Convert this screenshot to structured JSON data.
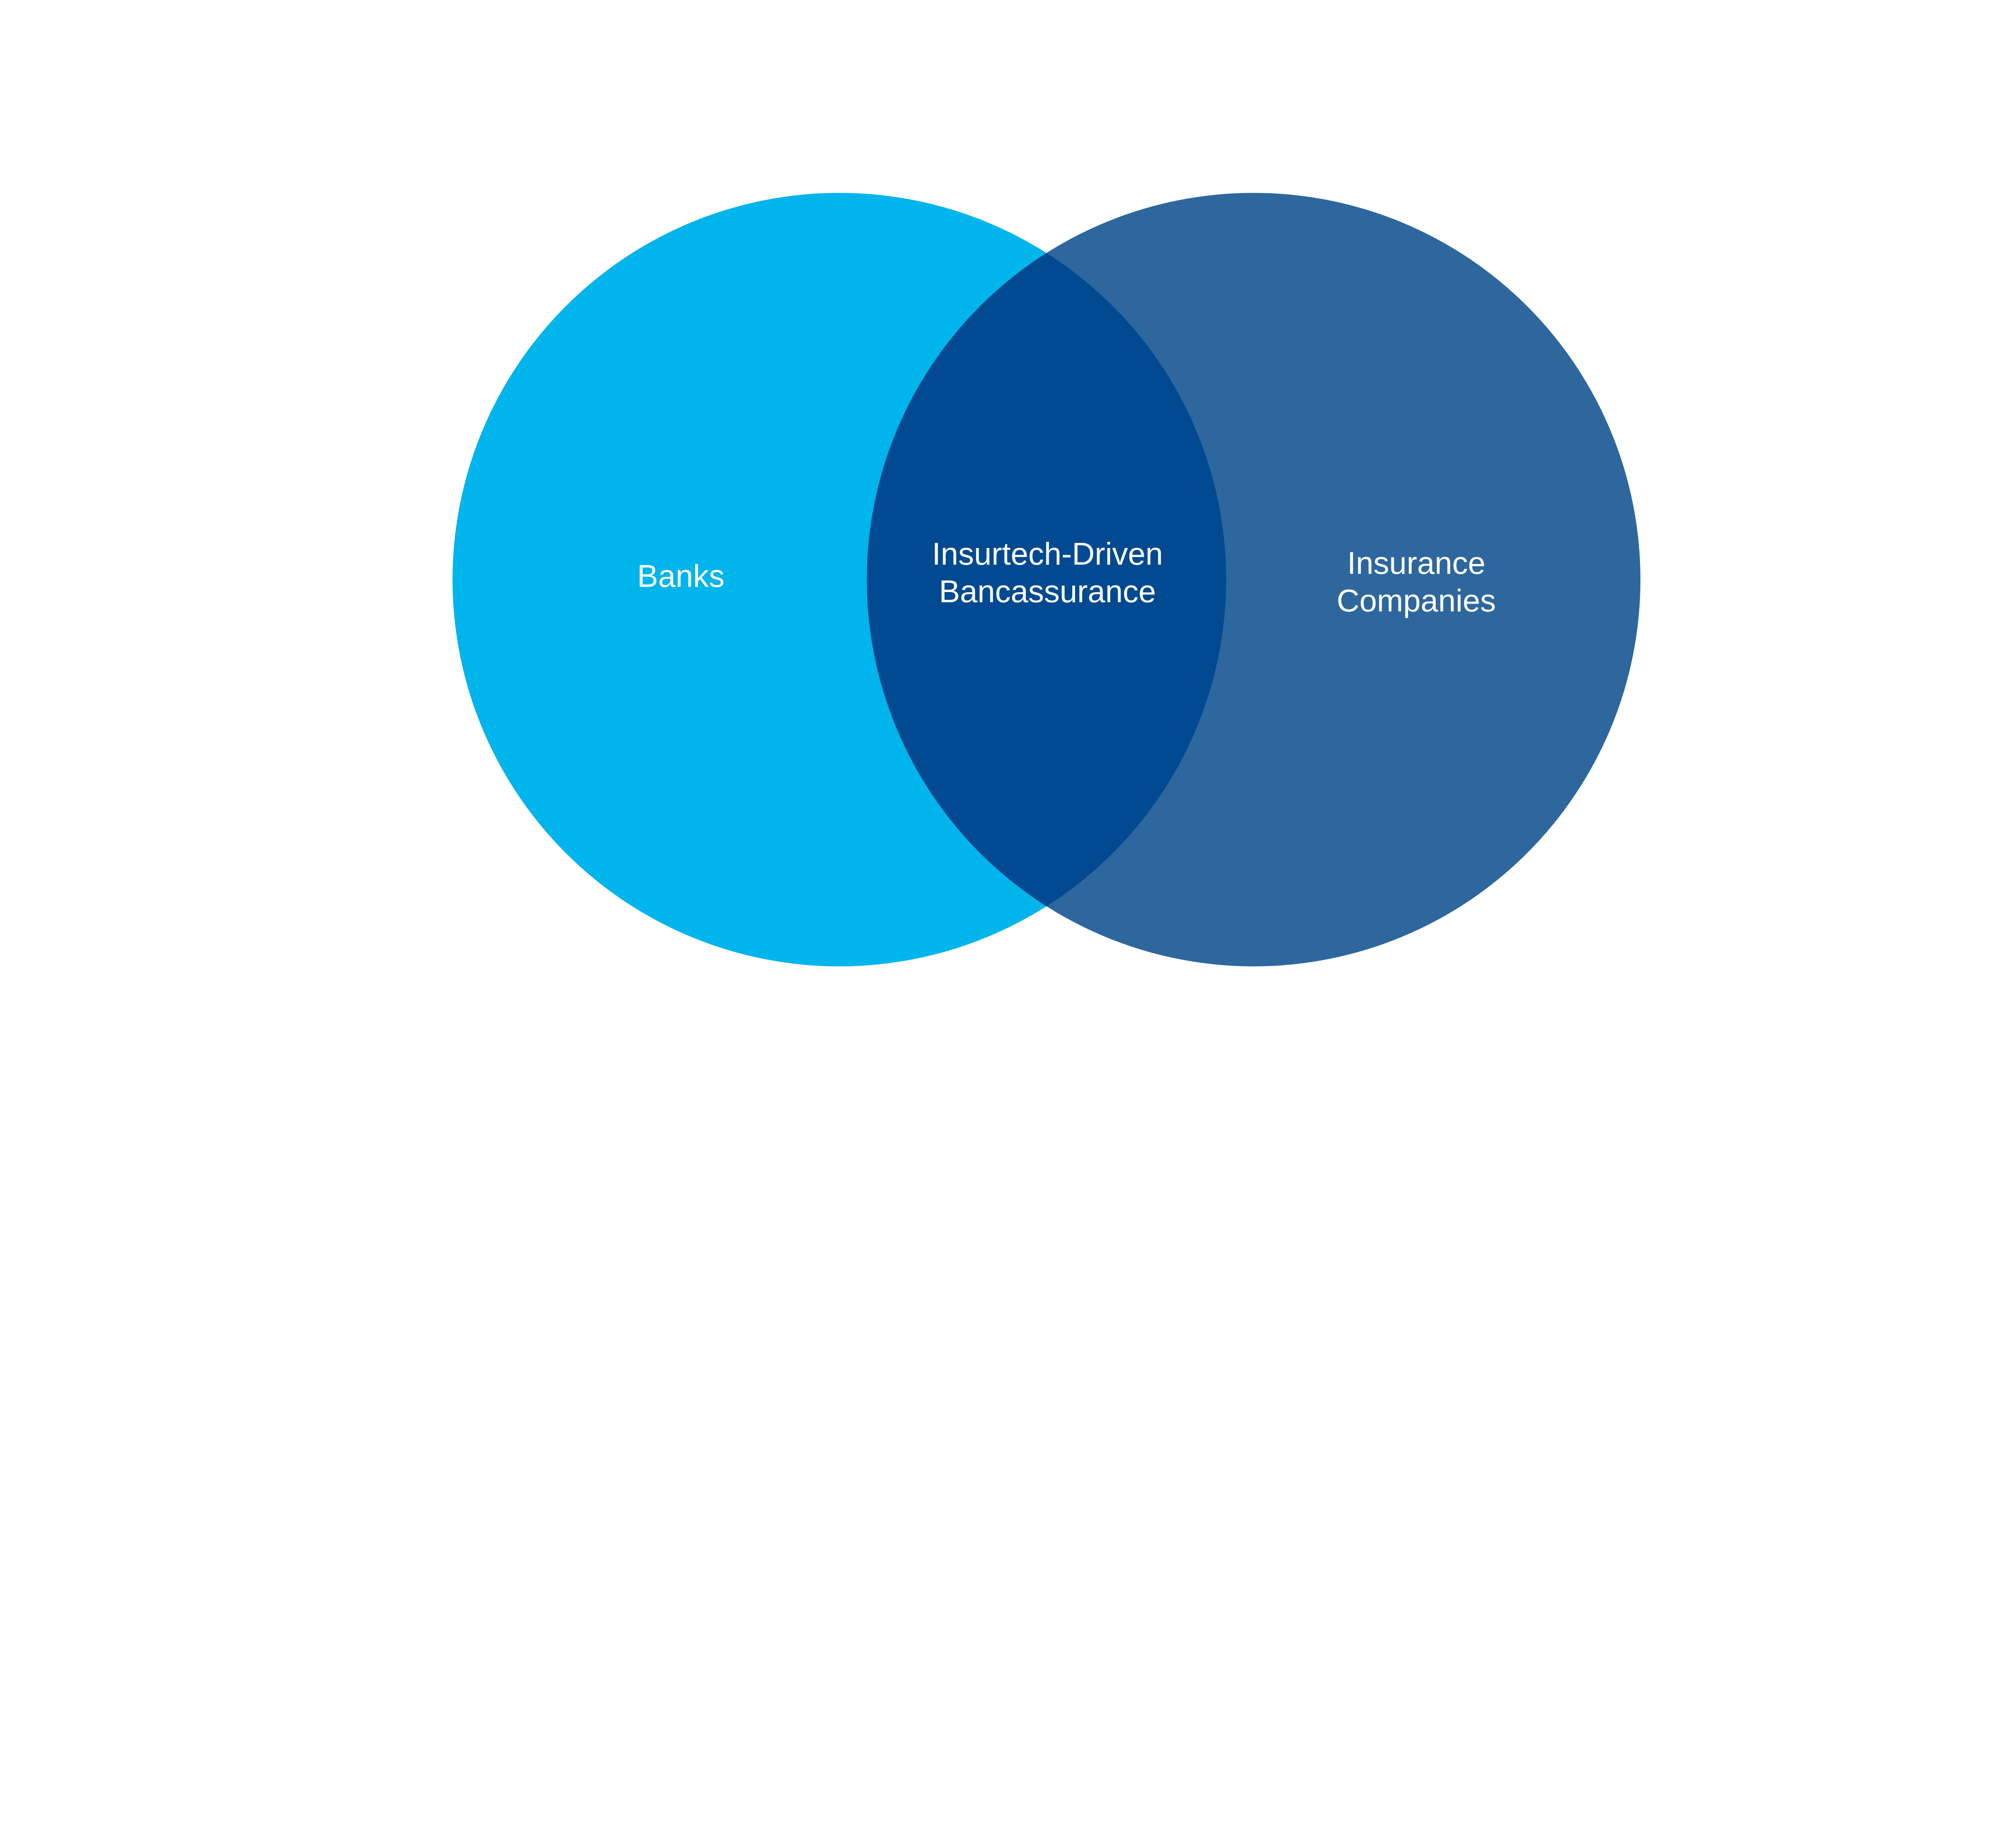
{
  "diagram": {
    "type": "venn",
    "sets": [
      {
        "label_lines": [
          "Banks"
        ],
        "color": "#00b4ec"
      },
      {
        "label_lines": [
          "Insurance",
          "Companies"
        ],
        "color": "#2d679e"
      }
    ],
    "intersection": {
      "label_lines": [
        "Insurtech-Driven",
        "Bancassurance"
      ],
      "color": "#014990"
    },
    "background": "#ffffff",
    "text_color": "#ffffff"
  }
}
